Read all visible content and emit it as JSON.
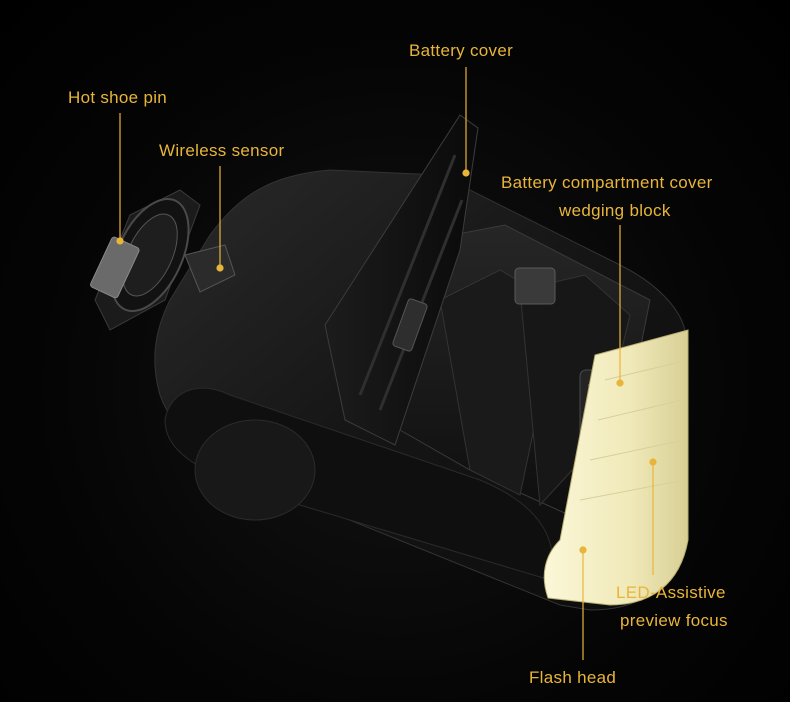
{
  "colors": {
    "label": "#e8b53a",
    "leader": "#e8b53a",
    "body": "#1a1a1a",
    "flash_lens": "#f5f0c8",
    "background": "#000000"
  },
  "labels": {
    "hot_shoe_pin": "Hot shoe pin",
    "wireless_sensor": "Wireless sensor",
    "battery_cover": "Battery cover",
    "battery_compartment_line1": "Battery compartment cover",
    "battery_compartment_line2": "wedging block",
    "led_assistive_line1": "LED-Assistive",
    "led_assistive_line2": "preview focus",
    "flash_head": "Flash head"
  }
}
